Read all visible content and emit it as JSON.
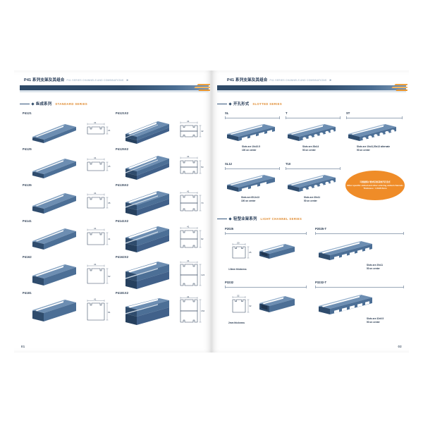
{
  "document": {
    "title": "P41 系列支架及其组合",
    "title_en": "P41 SERIES CHANNELS AND COMBINATIONS",
    "arrow": "»"
  },
  "left_page": {
    "page_number": "01",
    "section": {
      "cn": "纵成系列",
      "en": "STANDARD SERIES"
    },
    "rows": [
      {
        "left": {
          "code": "P4121",
          "w": "41",
          "h": "21"
        },
        "right": {
          "code": "P4121X2",
          "w": "41",
          "h": "42"
        }
      },
      {
        "left": {
          "code": "P4125",
          "w": "41",
          "h": "25"
        },
        "right": {
          "code": "P4125X2",
          "w": "41",
          "h": "50"
        }
      },
      {
        "left": {
          "code": "P4135",
          "w": "41",
          "h": "35"
        },
        "right": {
          "code": "P4135X2",
          "w": "41",
          "h": "70"
        }
      },
      {
        "left": {
          "code": "P4141",
          "w": "41",
          "h": "41"
        },
        "right": {
          "code": "P4141X2",
          "w": "41",
          "h": "82"
        }
      },
      {
        "left": {
          "code": "P4162",
          "w": "41",
          "h": "62"
        },
        "right": {
          "code": "P4162X2",
          "w": "41",
          "h": "124"
        }
      },
      {
        "left": {
          "code": "P4181",
          "w": "41",
          "h": "81"
        },
        "right": {
          "code": "P4181X2",
          "w": "41",
          "h": "162"
        }
      }
    ]
  },
  "right_page": {
    "page_number": "02",
    "sections": [
      {
        "cn": "开孔形式",
        "en": "SLOTTED SERIES",
        "items": [
          {
            "code": "SL",
            "caption": [
              "Slots are 10x10.5",
              "100 on center"
            ]
          },
          {
            "code": "T",
            "caption": [
              "Slots are 28x14",
              "50 on center"
            ]
          },
          {
            "code": "ST",
            "caption": [
              "Slots are 10x41,50x13 alternate",
              "50 on center"
            ]
          },
          {
            "code": "SL12",
            "caption": [
              "Slots are 65.2x13",
              "100 on center"
            ]
          },
          {
            "code": "T10",
            "caption": [
              "Slots are 30x11",
              "50 on center"
            ]
          }
        ],
        "note": {
          "cn": "可根据客户要求定制其他开孔形式",
          "en": "Other specific slotted and other ordering slotted channels",
          "en2": "Thickness : 1.5/2/2.5mm"
        }
      },
      {
        "cn": "轻型业架系列",
        "en": "LIGHT CHANNEL SERIES",
        "items": [
          {
            "code": "P2025",
            "w": "20",
            "h": "25",
            "caption": [
              "1.5mm thickness"
            ]
          },
          {
            "code": "P2025-T",
            "caption": [
              "Slots are 20x11",
              "50 on center"
            ]
          },
          {
            "code": "P3232",
            "w": "32",
            "h": "32",
            "caption": [
              "2mm thickness"
            ]
          },
          {
            "code": "P3232-T",
            "caption": [
              "Slots are 32x9.5",
              "50 on center"
            ]
          }
        ]
      }
    ]
  },
  "colors": {
    "header_navy": "#2e4a68",
    "accent_orange": "#e08a2e",
    "note_orange": "#ef8c28",
    "steel_blue": "#4c6f96"
  }
}
